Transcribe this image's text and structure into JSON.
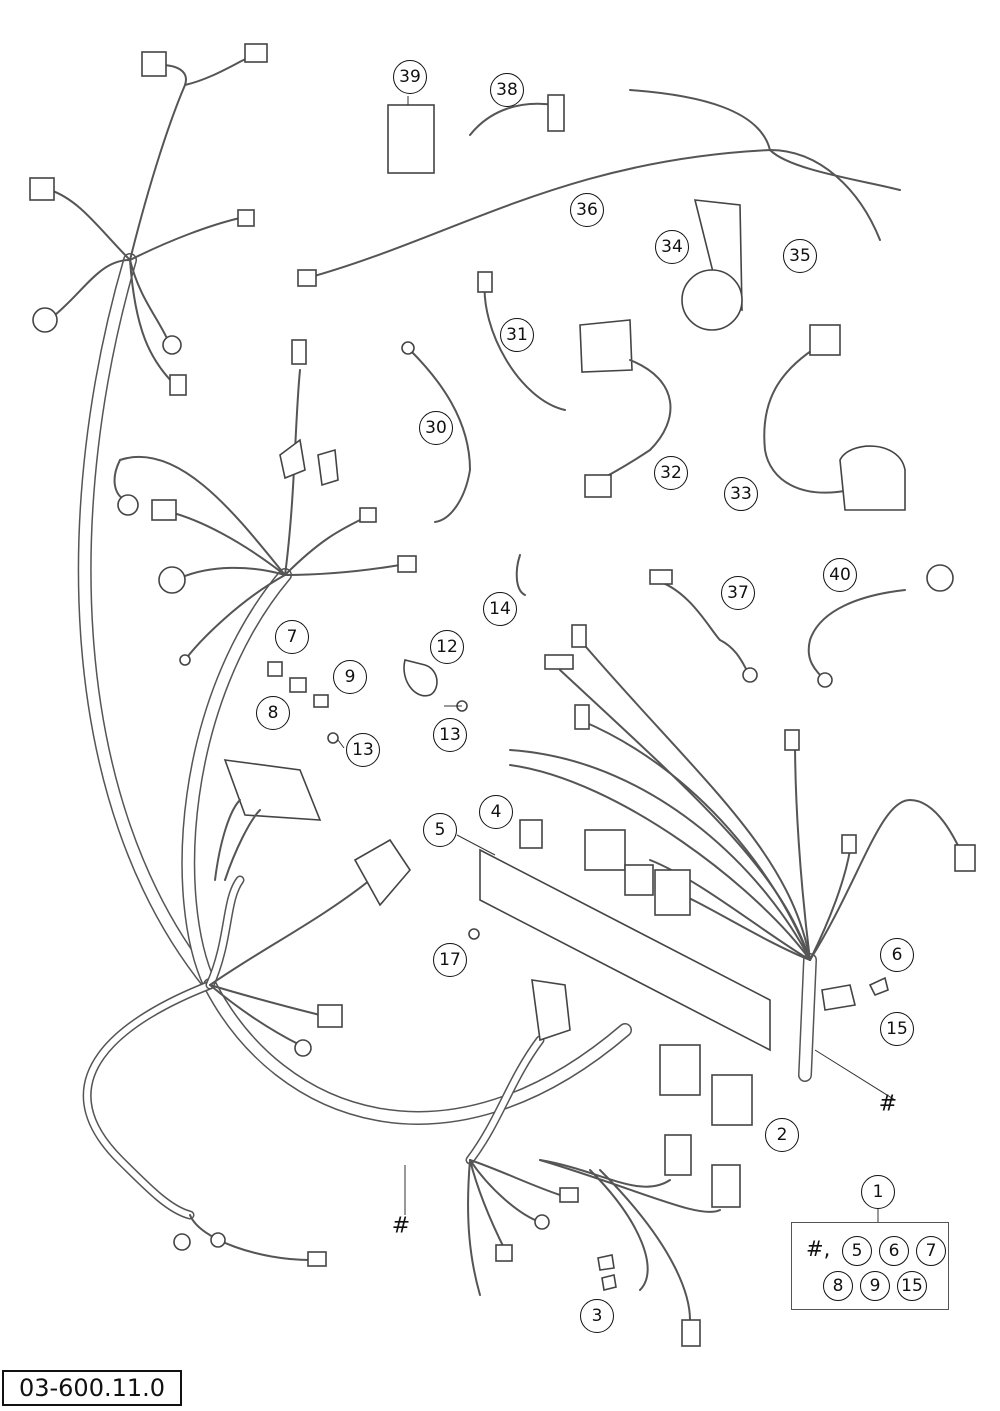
{
  "diagram": {
    "reference_code": "03-600.11.0",
    "callouts": [
      {
        "id": "1",
        "label": "1"
      },
      {
        "id": "2",
        "label": "2"
      },
      {
        "id": "3",
        "label": "3"
      },
      {
        "id": "4",
        "label": "4"
      },
      {
        "id": "5",
        "label": "5"
      },
      {
        "id": "6",
        "label": "6"
      },
      {
        "id": "7",
        "label": "7"
      },
      {
        "id": "8",
        "label": "8"
      },
      {
        "id": "9",
        "label": "9"
      },
      {
        "id": "12",
        "label": "12"
      },
      {
        "id": "13a",
        "label": "13"
      },
      {
        "id": "13b",
        "label": "13"
      },
      {
        "id": "14",
        "label": "14"
      },
      {
        "id": "15",
        "label": "15"
      },
      {
        "id": "17",
        "label": "17"
      },
      {
        "id": "30",
        "label": "30"
      },
      {
        "id": "31",
        "label": "31"
      },
      {
        "id": "32",
        "label": "32"
      },
      {
        "id": "33",
        "label": "33"
      },
      {
        "id": "34",
        "label": "34"
      },
      {
        "id": "35",
        "label": "35"
      },
      {
        "id": "36",
        "label": "36"
      },
      {
        "id": "37",
        "label": "37"
      },
      {
        "id": "38",
        "label": "38"
      },
      {
        "id": "39",
        "label": "39"
      },
      {
        "id": "40",
        "label": "40"
      }
    ],
    "hash_marks": [
      "#",
      "#"
    ],
    "kit": {
      "hash": "#,",
      "items": [
        "5",
        "6",
        "7",
        "8",
        "9",
        "15"
      ]
    }
  }
}
